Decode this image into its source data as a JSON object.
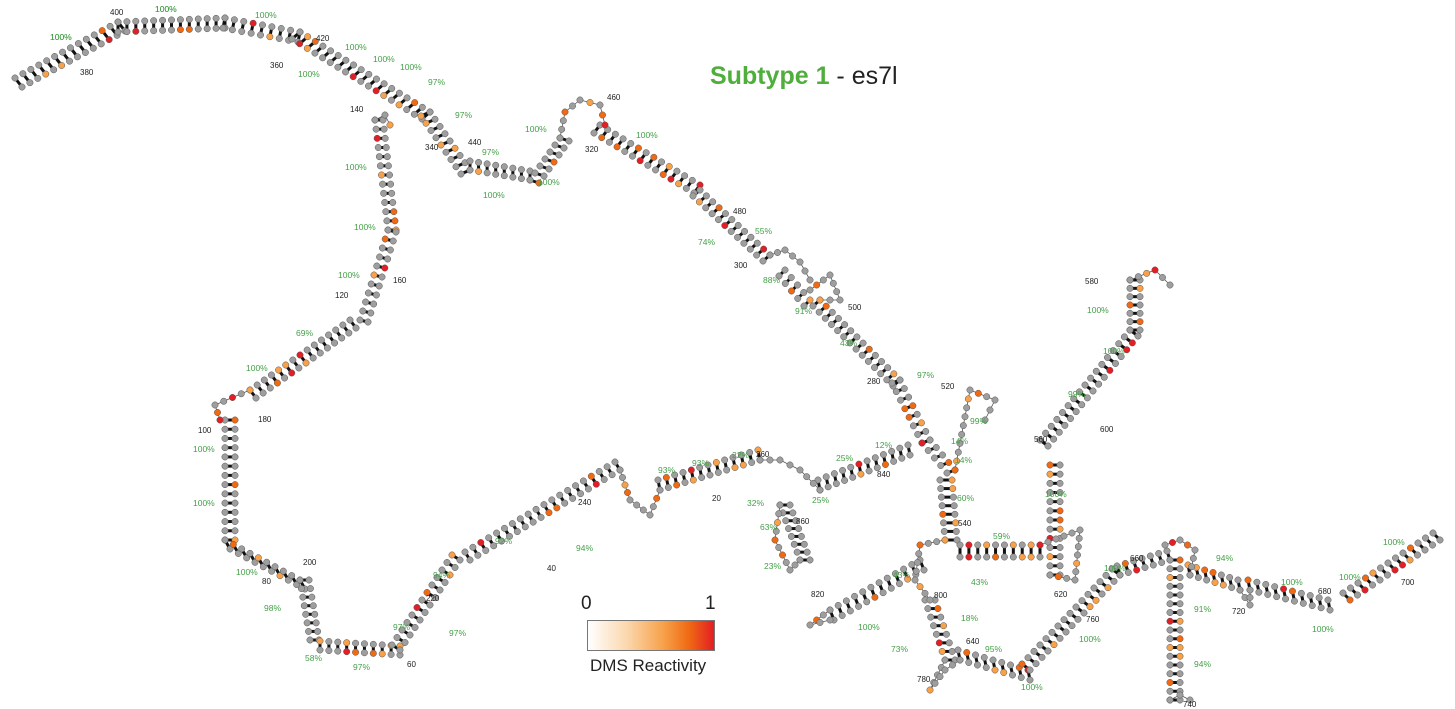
{
  "title": {
    "subtype": "Subtype 1",
    "rest": " - es7l"
  },
  "legend": {
    "min": "0",
    "max": "1",
    "label": "DMS Reactivity",
    "colors": [
      "#ffffff",
      "#fbd9b0",
      "#f7a14a",
      "#f06a14",
      "#e31e24"
    ]
  },
  "colors": {
    "unreactive": "#9e9e9e",
    "low": "#f7a14a",
    "mid": "#f06a14",
    "high": "#e31e24",
    "percent_text": "#43a047",
    "pair": "#111111"
  },
  "percent_labels": [
    "100%",
    "100%",
    "100%",
    "100%",
    "100%",
    "100%",
    "100%",
    "97%",
    "97%",
    "97%",
    "100%",
    "100%",
    "100%",
    "100%",
    "100%",
    "100%",
    "100%",
    "69%",
    "100%",
    "100%",
    "100%",
    "100%",
    "98%",
    "58%",
    "97%",
    "97%",
    "97%",
    "92%",
    "94%",
    "94%",
    "93%",
    "93%",
    "22%",
    "32%",
    "63%",
    "23%",
    "25%",
    "25%",
    "12%",
    "14%",
    "14%",
    "99%",
    "97%",
    "43%",
    "91%",
    "88%",
    "74%",
    "55%",
    "60%",
    "59%",
    "43%",
    "43%",
    "18%",
    "73%",
    "95%",
    "100%",
    "100%",
    "100%",
    "100%",
    "99%",
    "100%",
    "100%",
    "100%",
    "91%",
    "94%",
    "94%",
    "100%",
    "100%",
    "100%",
    "100%",
    "100%",
    "100%"
  ],
  "position_labels": [
    "400",
    "420",
    "380",
    "360",
    "340",
    "440",
    "460",
    "320",
    "480",
    "300",
    "500",
    "280",
    "520",
    "140",
    "160",
    "120",
    "180",
    "100",
    "200",
    "80",
    "60",
    "220",
    "240",
    "40",
    "260",
    "20",
    "840",
    "860",
    "540",
    "820",
    "800",
    "780",
    "640",
    "620",
    "560",
    "580",
    "600",
    "660",
    "760",
    "740",
    "720",
    "680",
    "700"
  ]
}
